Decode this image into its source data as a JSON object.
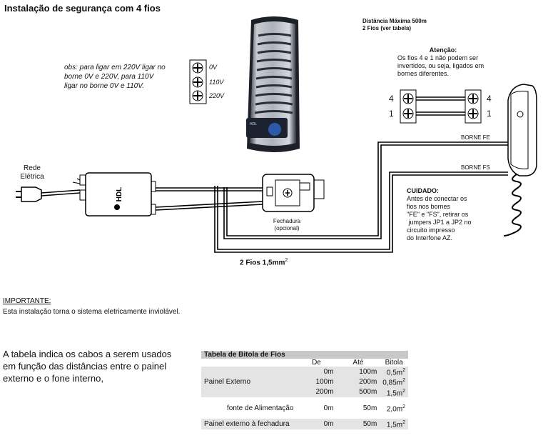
{
  "title": "Instalação de segurança com 4 fios",
  "distance": {
    "line1": "Distância Máxima 500m",
    "line2": "2 Fios (ver tabela)"
  },
  "note": {
    "l1": "obs: para ligar em 220V ligar no",
    "l2": "borne 0V e 220V, para 110V",
    "l3": "ligar no borne 0V e 110V."
  },
  "voltages": [
    "0V",
    "110V",
    "220V"
  ],
  "attention": {
    "title": "Atenção:",
    "l1": "Os fios 4 e 1 não podem ser",
    "l2": "invertidos, ou seja, ligados em",
    "l3": "bornes diferentes."
  },
  "terminals": {
    "a": "4",
    "b": "1"
  },
  "borne_fe": "BORNE FE",
  "borne_fs": "BORNE FS",
  "caution": {
    "title": "CUIDADO:",
    "l1": "Antes de conectar os",
    "l2": "fios nos bornes",
    "l3": "\"FE\" e \"FS\", retirar os",
    "l4": " jumpers JP1 a JP2 no",
    "l5": "circuito impresso",
    "l6": "do Interfone AZ."
  },
  "rede": {
    "l1": "Rede",
    "l2": "Elétrica"
  },
  "fechadura": {
    "l1": "Fechadura",
    "l2": "(opcional)"
  },
  "wires": {
    "text": "2 Fios 1,5mm",
    "sup": "2"
  },
  "brand": "HDL",
  "important": {
    "heading": "IMPORTANTE:",
    "text": "Esta instalação torna o sistema eletricamente inviolável."
  },
  "intro": "A tabela indica os cabos a serem usados em função das distâncias entre o painel externo e o fone interno,",
  "table": {
    "title": "Tabela de Bitola de Fios",
    "headers": [
      "",
      "De",
      "Até",
      "Bitola"
    ],
    "painel_label": "Painel Externo",
    "painel_rows": [
      {
        "de": "0m",
        "ate": "100m",
        "bitola": "0,5m",
        "sup": "2"
      },
      {
        "de": "100m",
        "ate": "200m",
        "bitola": "0,85m",
        "sup": "2"
      },
      {
        "de": "200m",
        "ate": "500m",
        "bitola": "1,5m",
        "sup": "2"
      }
    ],
    "fonte": {
      "label": "fonte de Alimentação",
      "de": "0m",
      "ate": "50m",
      "bitola": "2,0m",
      "sup": "2"
    },
    "fechadura": {
      "label": "Painel externo à fechadura",
      "de": "0m",
      "ate": "50m",
      "bitola": "1,5m",
      "sup": "2"
    }
  }
}
